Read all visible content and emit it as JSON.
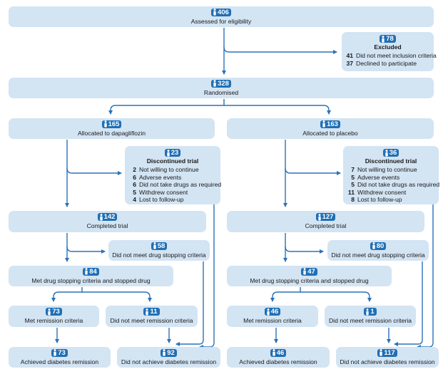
{
  "colors": {
    "box": "#d3e4f3",
    "badge": "#1f6fb5",
    "arrow": "#2a72b8"
  },
  "icons": {
    "badge_icon": "person-icon"
  },
  "assessed": {
    "n": "406",
    "label": "Assessed for eligibility"
  },
  "excluded": {
    "n": "78",
    "title": "Excluded",
    "reasons": [
      {
        "n": "41",
        "text": "Did not meet inclusion criteria"
      },
      {
        "n": "37",
        "text": "Declined to participate"
      }
    ]
  },
  "randomised": {
    "n": "328",
    "label": "Randomised"
  },
  "left": {
    "allocated": {
      "n": "165",
      "label": "Allocated to dapagliflozin"
    },
    "discontinued": {
      "n": "23",
      "title": "Discontinued trial",
      "reasons": [
        {
          "n": "2",
          "text": "Not willing to continue"
        },
        {
          "n": "6",
          "text": "Adverse events"
        },
        {
          "n": "6",
          "text": "Did not take drugs as required"
        },
        {
          "n": "5",
          "text": "Withdrew consent"
        },
        {
          "n": "4",
          "text": "Lost to follow-up"
        }
      ]
    },
    "completed": {
      "n": "142",
      "label": "Completed trial"
    },
    "not_stopping": {
      "n": "58",
      "label": "Did not meet drug stopping criteria"
    },
    "stopped": {
      "n": "84",
      "label": "Met drug stopping criteria and stopped drug"
    },
    "met_remission": {
      "n": "73",
      "label": "Met remission criteria"
    },
    "not_remission": {
      "n": "11",
      "label": "Did not meet remission criteria"
    },
    "achieved": {
      "n": "73",
      "label": "Achieved diabetes remission"
    },
    "not_achieved": {
      "n": "92",
      "label": "Did not achieve diabetes remission"
    }
  },
  "right": {
    "allocated": {
      "n": "163",
      "label": "Allocated to placebo"
    },
    "discontinued": {
      "n": "36",
      "title": "Discontinued trial",
      "reasons": [
        {
          "n": "7",
          "text": "Not willing to continue"
        },
        {
          "n": "5",
          "text": "Adverse events"
        },
        {
          "n": "5",
          "text": "Did not take drugs as required"
        },
        {
          "n": "11",
          "text": "Withdrew consent"
        },
        {
          "n": "8",
          "text": "Lost to follow-up"
        }
      ]
    },
    "completed": {
      "n": "127",
      "label": "Completed trial"
    },
    "not_stopping": {
      "n": "80",
      "label": "Did not meet drug stopping criteria"
    },
    "stopped": {
      "n": "47",
      "label": "Met drug stopping criteria and stopped drug"
    },
    "met_remission": {
      "n": "46",
      "label": "Met remission criteria"
    },
    "not_remission": {
      "n": "1",
      "label": "Did not meet remission criteria"
    },
    "achieved": {
      "n": "46",
      "label": "Achieved diabetes remission"
    },
    "not_achieved": {
      "n": "117",
      "label": "Did not achieve diabetes remission"
    }
  }
}
